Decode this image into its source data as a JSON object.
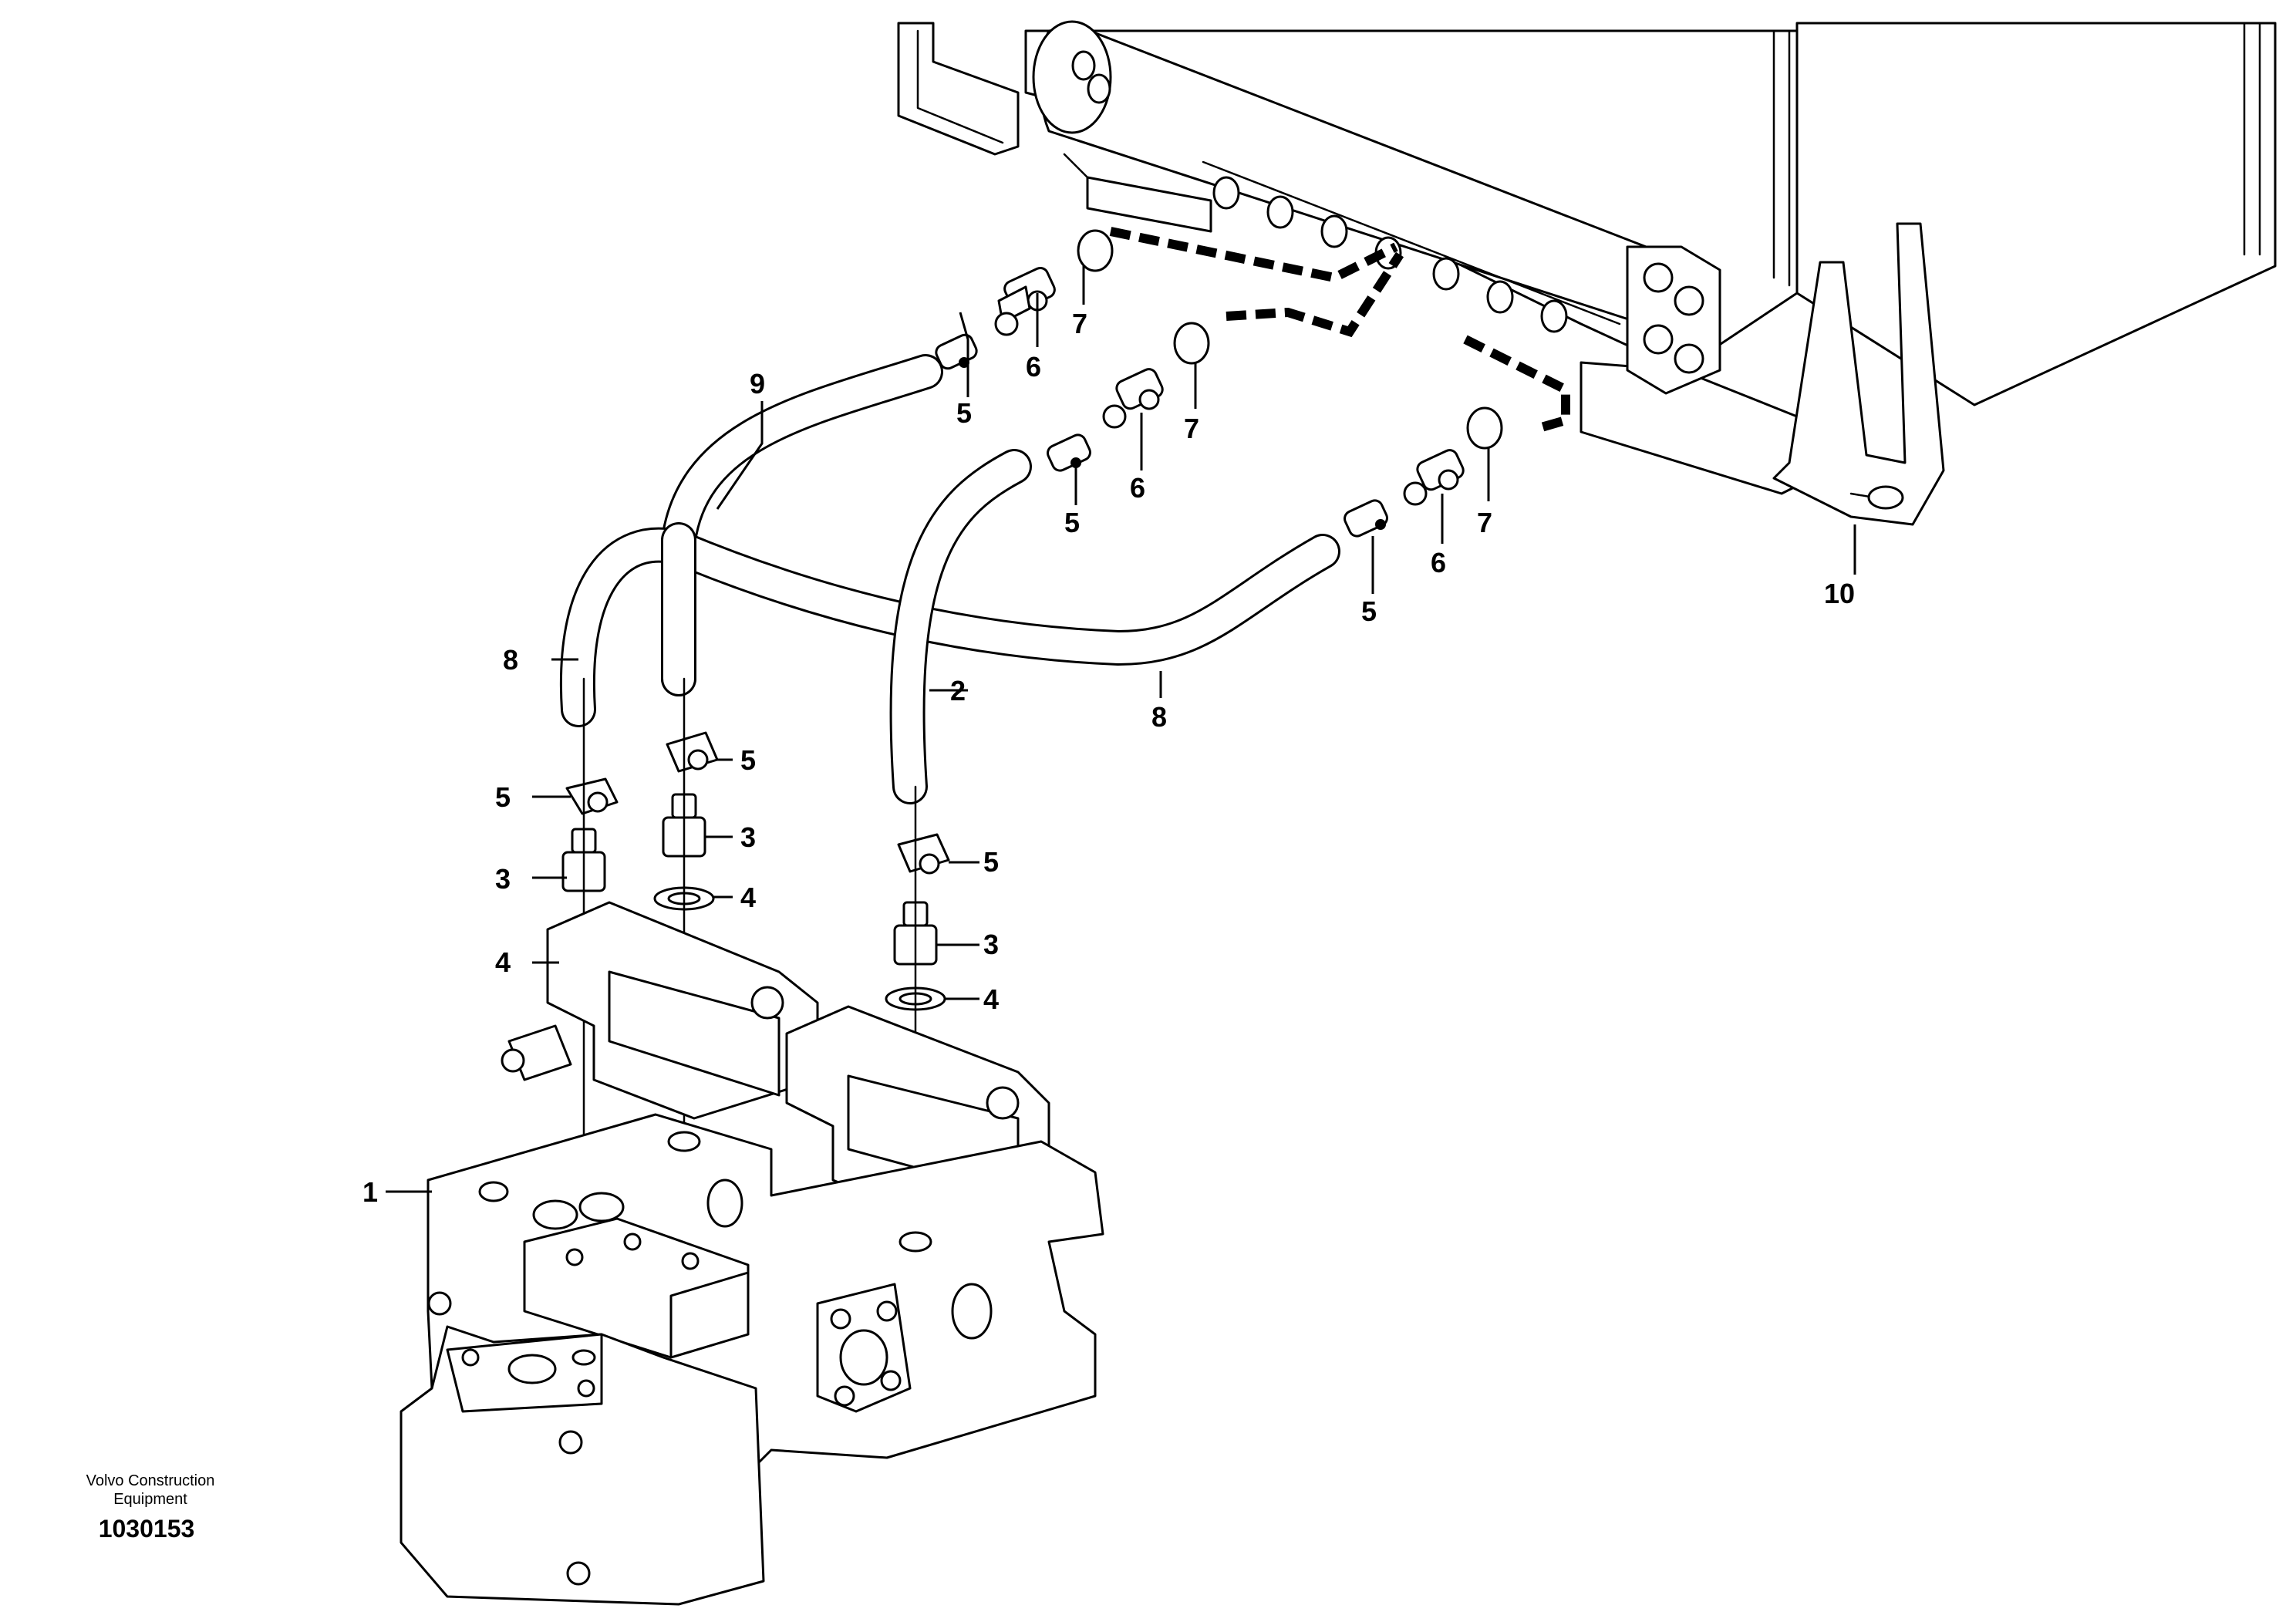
{
  "callouts": {
    "c1": "1",
    "c2": "2",
    "c3a": "3",
    "c3b": "3",
    "c3c": "3",
    "c4a": "4",
    "c4b": "4",
    "c4c": "4",
    "c5a": "5",
    "c5b": "5",
    "c5c": "5",
    "c5d": "5",
    "c5e": "5",
    "c5f": "5",
    "c6a": "6",
    "c6b": "6",
    "c6c": "6",
    "c7a": "7",
    "c7b": "7",
    "c7c": "7",
    "c8a": "8",
    "c8b": "8",
    "c9": "9",
    "c10": "10"
  },
  "footer": {
    "brand_line1": "Volvo Construction",
    "brand_line2": "Equipment",
    "drawing_number": "1030153"
  }
}
